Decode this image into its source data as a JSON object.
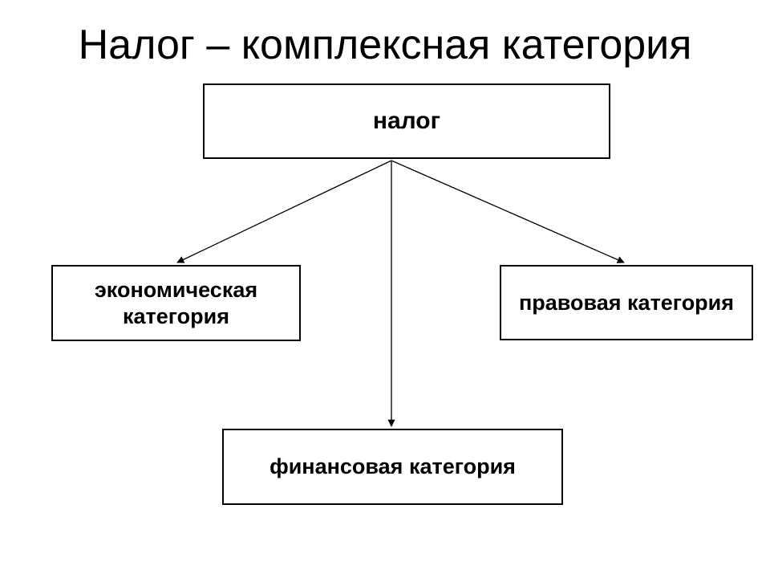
{
  "title": "Налог – комплексная категория",
  "diagram": {
    "root": {
      "label": "налог"
    },
    "children": [
      {
        "label": "экономическая категория"
      },
      {
        "label": "правовая категория"
      },
      {
        "label": "финансовая категория"
      }
    ]
  },
  "colors": {
    "background": "#ffffff",
    "text": "#000000",
    "box_border": "#000000",
    "connector": "#000000"
  }
}
